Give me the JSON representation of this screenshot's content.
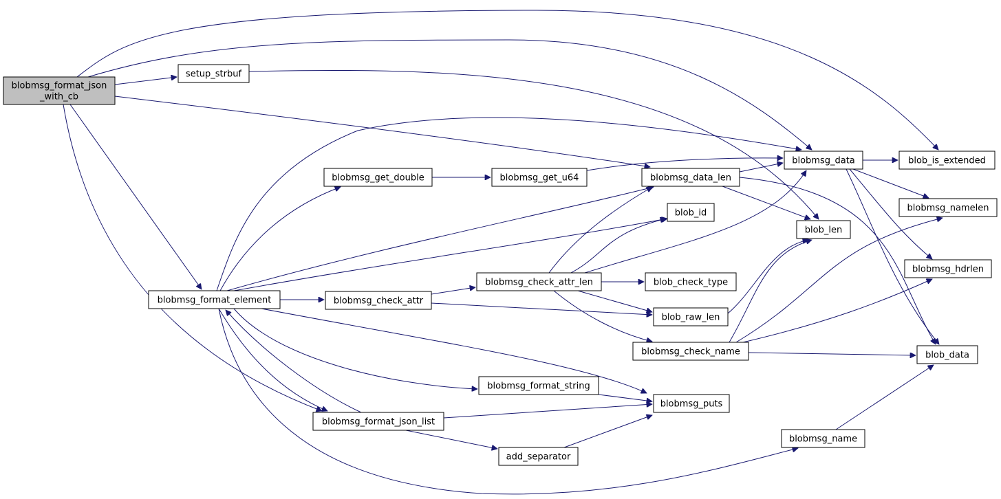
{
  "graph": {
    "nodes": [
      {
        "id": "blobmsg_format_json_with_cb",
        "lines": [
          "blobmsg_format_json",
          "_with_cb"
        ],
        "root": true
      },
      {
        "id": "setup_strbuf",
        "lines": [
          "setup_strbuf"
        ]
      },
      {
        "id": "blobmsg_format_element",
        "lines": [
          "blobmsg_format_element"
        ]
      },
      {
        "id": "blobmsg_get_double",
        "lines": [
          "blobmsg_get_double"
        ]
      },
      {
        "id": "blobmsg_get_u64",
        "lines": [
          "blobmsg_get_u64"
        ]
      },
      {
        "id": "blobmsg_check_attr",
        "lines": [
          "blobmsg_check_attr"
        ]
      },
      {
        "id": "blobmsg_check_attr_len",
        "lines": [
          "blobmsg_check_attr_len"
        ]
      },
      {
        "id": "blobmsg_format_string",
        "lines": [
          "blobmsg_format_string"
        ]
      },
      {
        "id": "blobmsg_format_json_list",
        "lines": [
          "blobmsg_format_json_list"
        ]
      },
      {
        "id": "add_separator",
        "lines": [
          "add_separator"
        ]
      },
      {
        "id": "blobmsg_data_len",
        "lines": [
          "blobmsg_data_len"
        ]
      },
      {
        "id": "blob_id",
        "lines": [
          "blob_id"
        ]
      },
      {
        "id": "blob_check_type",
        "lines": [
          "blob_check_type"
        ]
      },
      {
        "id": "blob_raw_len",
        "lines": [
          "blob_raw_len"
        ]
      },
      {
        "id": "blobmsg_check_name",
        "lines": [
          "blobmsg_check_name"
        ]
      },
      {
        "id": "blobmsg_puts",
        "lines": [
          "blobmsg_puts"
        ]
      },
      {
        "id": "blobmsg_data",
        "lines": [
          "blobmsg_data"
        ]
      },
      {
        "id": "blob_len",
        "lines": [
          "blob_len"
        ]
      },
      {
        "id": "blobmsg_name",
        "lines": [
          "blobmsg_name"
        ]
      },
      {
        "id": "blob_is_extended",
        "lines": [
          "blob_is_extended"
        ]
      },
      {
        "id": "blobmsg_namelen",
        "lines": [
          "blobmsg_namelen"
        ]
      },
      {
        "id": "blobmsg_hdrlen",
        "lines": [
          "blobmsg_hdrlen"
        ]
      },
      {
        "id": "blob_data",
        "lines": [
          "blob_data"
        ]
      }
    ],
    "edges": [
      {
        "from": "blobmsg_format_json_with_cb",
        "to": "blob_is_extended"
      },
      {
        "from": "blobmsg_format_json_with_cb",
        "to": "blobmsg_data"
      },
      {
        "from": "blobmsg_format_json_with_cb",
        "to": "setup_strbuf"
      },
      {
        "from": "blobmsg_format_json_with_cb",
        "to": "blobmsg_data_len"
      },
      {
        "from": "blobmsg_format_json_with_cb",
        "to": "blobmsg_format_element"
      },
      {
        "from": "blobmsg_format_json_with_cb",
        "to": "blobmsg_format_json_list"
      },
      {
        "from": "setup_strbuf",
        "to": "blob_len"
      },
      {
        "from": "blobmsg_format_element",
        "to": "blobmsg_data"
      },
      {
        "from": "blobmsg_format_element",
        "to": "blobmsg_get_double"
      },
      {
        "from": "blobmsg_format_element",
        "to": "blobmsg_data_len"
      },
      {
        "from": "blobmsg_format_element",
        "to": "blob_id"
      },
      {
        "from": "blobmsg_format_element",
        "to": "blobmsg_check_attr"
      },
      {
        "from": "blobmsg_format_element",
        "to": "blobmsg_puts"
      },
      {
        "from": "blobmsg_format_element",
        "to": "blobmsg_format_string"
      },
      {
        "from": "blobmsg_format_element",
        "to": "blobmsg_format_json_list"
      },
      {
        "from": "blobmsg_format_element",
        "to": "blobmsg_name"
      },
      {
        "from": "blobmsg_format_json_list",
        "to": "blobmsg_format_element"
      },
      {
        "from": "blobmsg_format_json_list",
        "to": "blobmsg_puts"
      },
      {
        "from": "blobmsg_format_json_list",
        "to": "add_separator"
      },
      {
        "from": "blobmsg_get_double",
        "to": "blobmsg_get_u64"
      },
      {
        "from": "blobmsg_get_u64",
        "to": "blobmsg_data"
      },
      {
        "from": "blobmsg_check_attr",
        "to": "blobmsg_check_attr_len"
      },
      {
        "from": "blobmsg_check_attr",
        "to": "blob_raw_len"
      },
      {
        "from": "blobmsg_check_attr_len",
        "to": "blobmsg_data_len"
      },
      {
        "from": "blobmsg_check_attr_len",
        "to": "blob_id"
      },
      {
        "from": "blobmsg_check_attr_len",
        "to": "blobmsg_data"
      },
      {
        "from": "blobmsg_check_attr_len",
        "to": "blob_check_type"
      },
      {
        "from": "blobmsg_check_attr_len",
        "to": "blob_raw_len"
      },
      {
        "from": "blobmsg_check_attr_len",
        "to": "blobmsg_check_name"
      },
      {
        "from": "blobmsg_format_string",
        "to": "blobmsg_puts"
      },
      {
        "from": "add_separator",
        "to": "blobmsg_puts"
      },
      {
        "from": "blobmsg_data_len",
        "to": "blobmsg_data"
      },
      {
        "from": "blobmsg_data_len",
        "to": "blob_len"
      },
      {
        "from": "blobmsg_data_len",
        "to": "blob_data"
      },
      {
        "from": "blob_raw_len",
        "to": "blob_len"
      },
      {
        "from": "blobmsg_check_name",
        "to": "blob_len"
      },
      {
        "from": "blobmsg_check_name",
        "to": "blobmsg_namelen"
      },
      {
        "from": "blobmsg_check_name",
        "to": "blobmsg_hdrlen"
      },
      {
        "from": "blobmsg_check_name",
        "to": "blob_data"
      },
      {
        "from": "blobmsg_data",
        "to": "blob_is_extended"
      },
      {
        "from": "blobmsg_data",
        "to": "blobmsg_namelen"
      },
      {
        "from": "blobmsg_data",
        "to": "blobmsg_hdrlen"
      },
      {
        "from": "blobmsg_data",
        "to": "blob_data"
      },
      {
        "from": "blobmsg_name",
        "to": "blob_data"
      }
    ]
  }
}
